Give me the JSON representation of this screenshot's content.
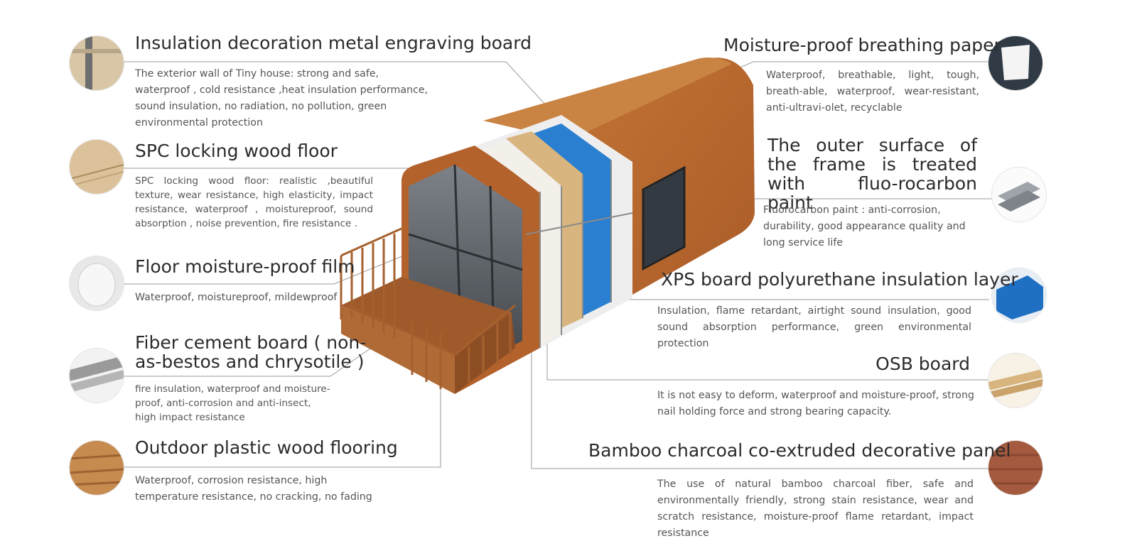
{
  "left": [
    {
      "title": "Insulation decoration metal engraving board",
      "desc": "The exterior wall of Tiny house: strong and safe, waterproof , cold resistance ,heat insulation performance, sound insulation, no radiation, no pollution, green environmental protection"
    },
    {
      "title": "SPC locking wood floor",
      "desc": "SPC locking wood floor: realistic ,beautiful texture, wear resistance, high elasticity, impact resistance, waterproof , moistureproof, sound absorption , noise prevention, fire resistance ."
    },
    {
      "title": "Floor moisture-proof film",
      "desc": "Waterproof, moistureproof, mildewproof"
    },
    {
      "title": "Fiber cement board ( non-as-bestos and chrysotile )",
      "desc": "fire insulation, waterproof and moisture-proof, anti-corrosion and anti-insect, high impact resistance"
    },
    {
      "title": "Outdoor plastic wood flooring",
      "desc": "Waterproof, corrosion resistance, high temperature resistance, no cracking, no fading"
    }
  ],
  "right": [
    {
      "title": "Moisture-proof breathing paper",
      "desc": "Waterproof, breathable, light, tough, breath-able, waterproof, wear-resistant, anti-ultravi-olet, recyclable"
    },
    {
      "title": "The outer surface of the frame is treated with fluo-rocarbon paint",
      "desc": "Fluorocarbon paint : anti-corrosion, durability, good appearance quality and long service life"
    },
    {
      "title": "XPS board polyurethane insulation layer",
      "desc": "Insulation, flame retardant, airtight sound insulation, good sound absorption performance, green environmental protection"
    },
    {
      "title": "OSB board",
      "desc": "It is not easy to deform, waterproof and moisture-proof, strong nail holding force and strong bearing capacity."
    },
    {
      "title": "Bamboo charcoal co-extruded decorative panel",
      "desc": "The use of natural bamboo charcoal fiber, safe and environmentally friendly, strong stain resistance, wear and scratch resistance, moisture-proof flame retardant, impact resistance"
    }
  ],
  "colors": {
    "wood": "#b5652e",
    "wood_light": "#c97a3e",
    "xps": "#2a7fd0",
    "osb": "#d8b47e",
    "frame": "#6a6a6a",
    "leader": "#8f8f8f"
  }
}
